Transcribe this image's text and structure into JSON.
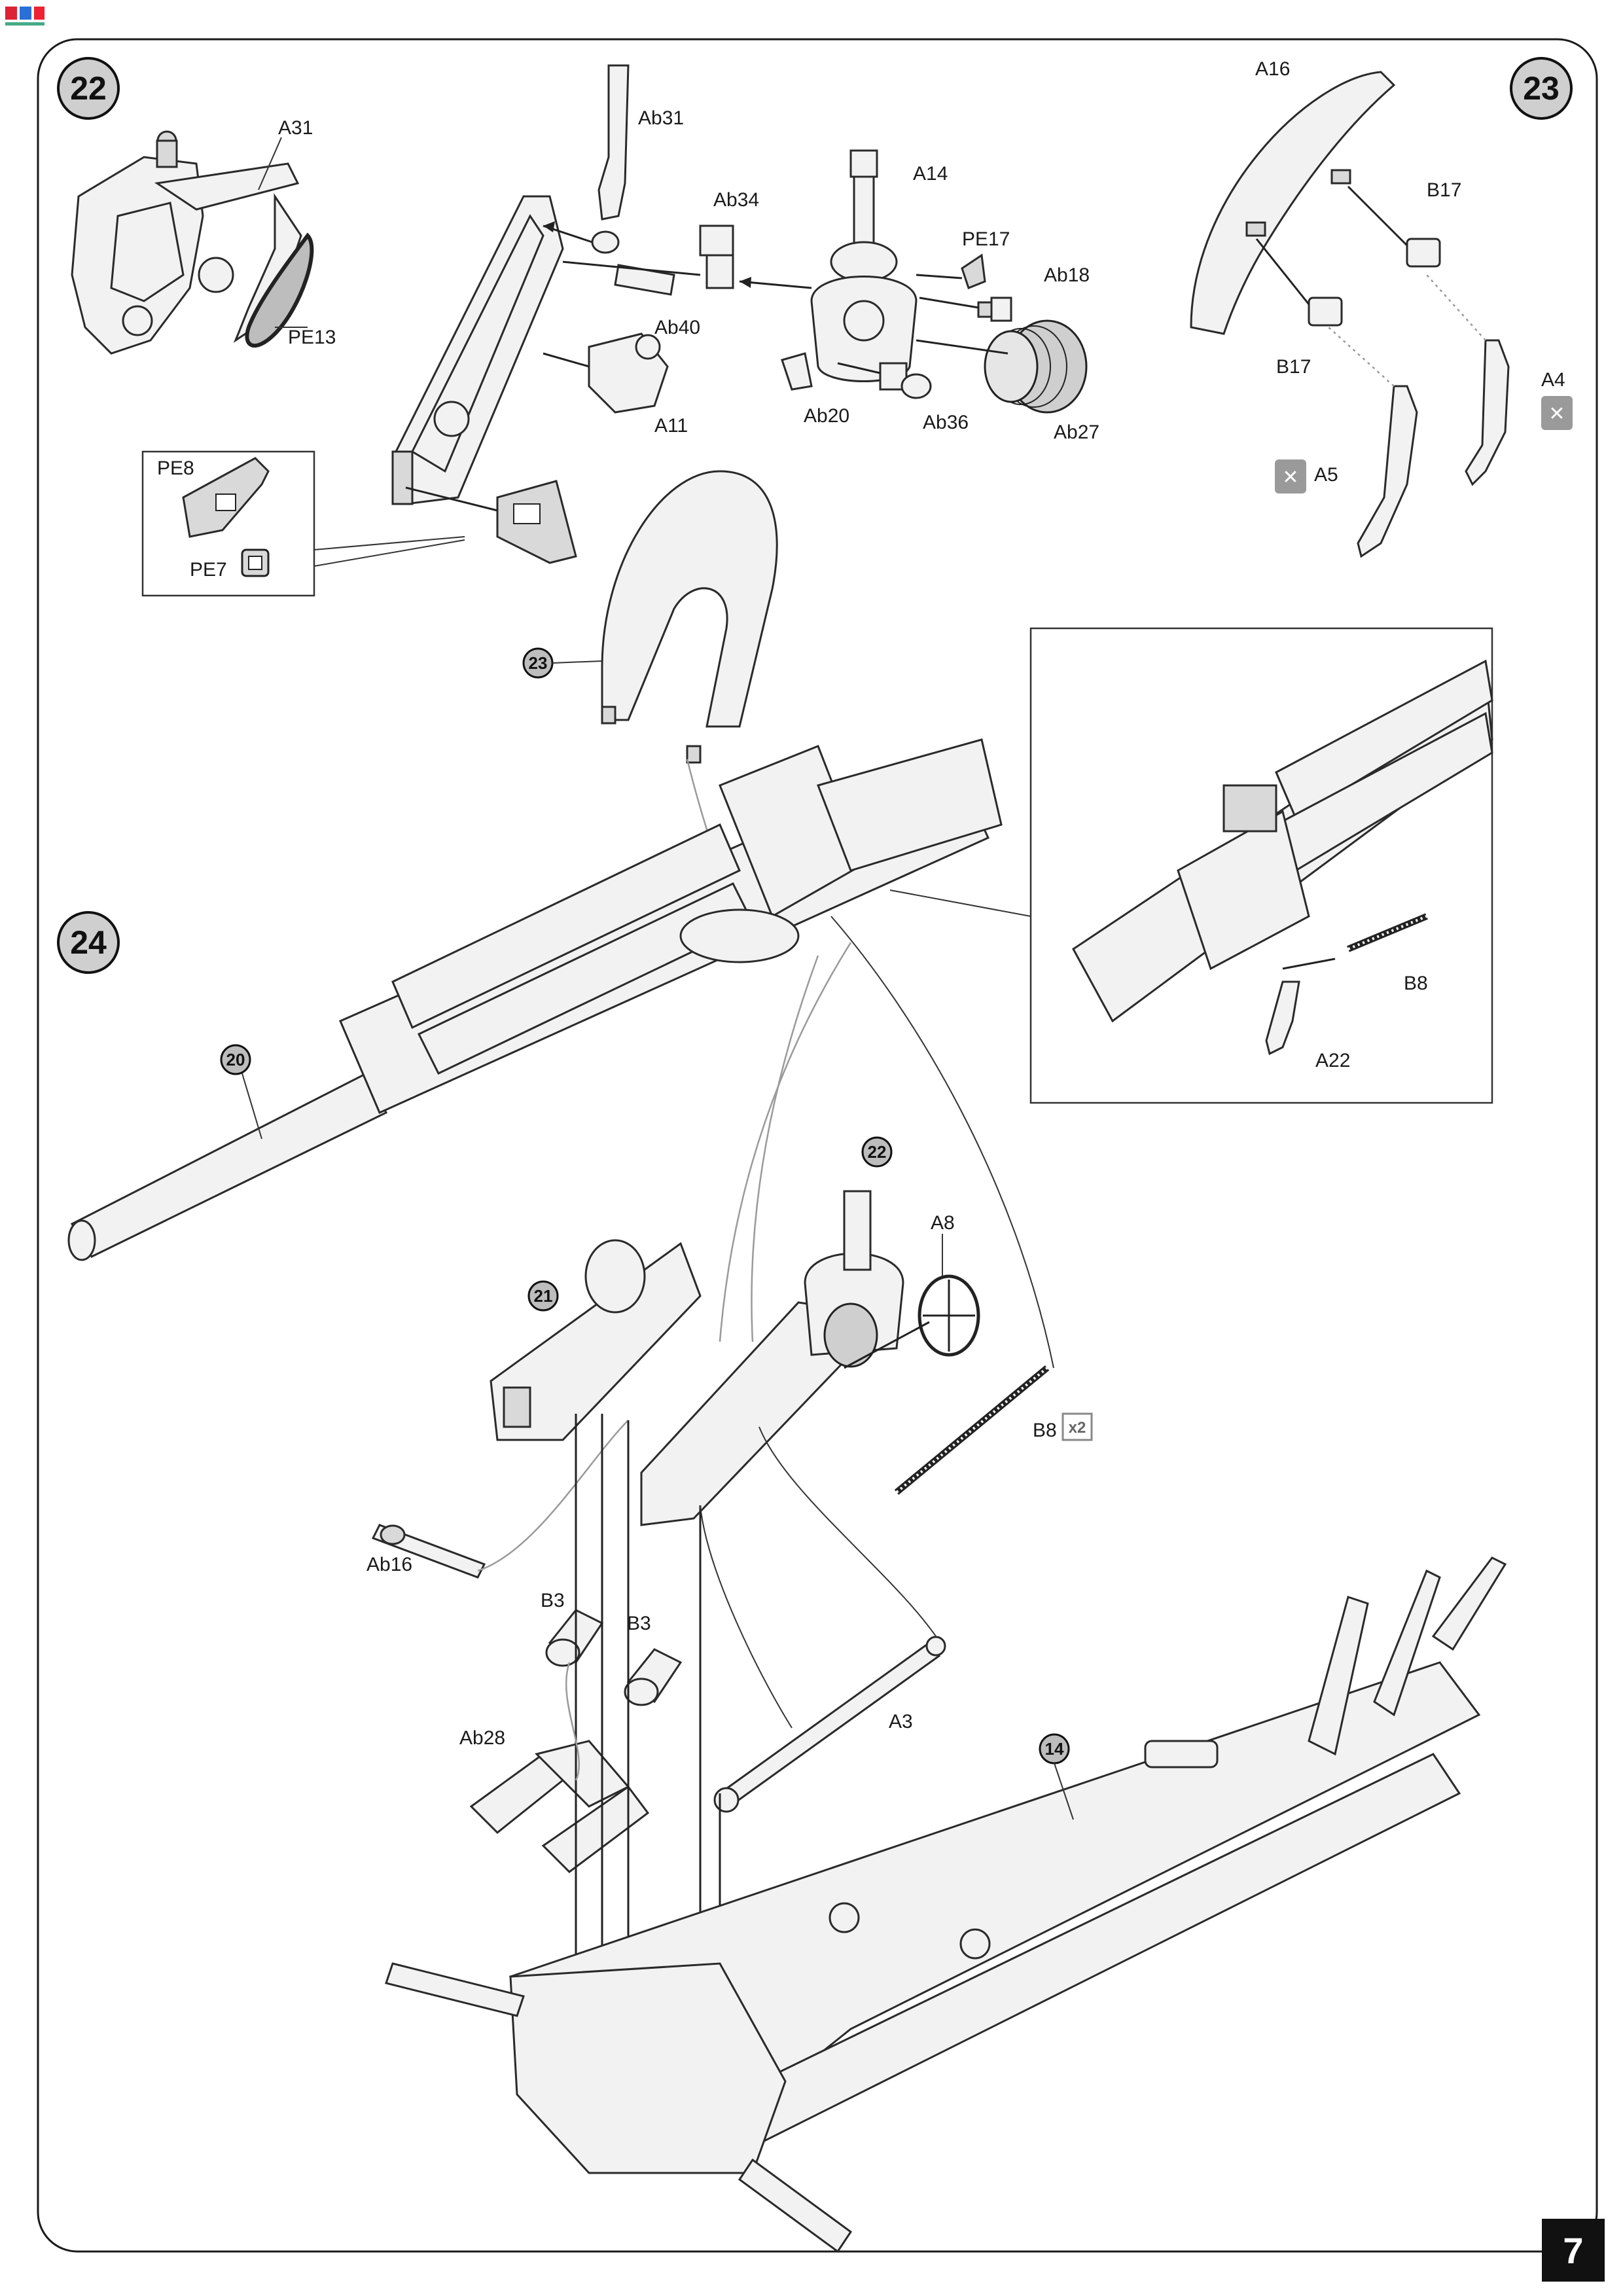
{
  "page_number": "7",
  "steps": {
    "s22": "22",
    "s23": "23",
    "s24": "24"
  },
  "sub_refs": {
    "r23": "23",
    "r20": "20",
    "r22": "22",
    "r21": "21",
    "r14": "14"
  },
  "parts": {
    "A31": "A31",
    "PE13": "PE13",
    "Ab31": "Ab31",
    "Ab34": "Ab34",
    "A14": "A14",
    "PE17": "PE17",
    "Ab18": "Ab18",
    "Ab40": "Ab40",
    "A11": "A11",
    "Ab20": "Ab20",
    "Ab36": "Ab36",
    "Ab27": "Ab27",
    "PE8": "PE8",
    "PE7": "PE7",
    "A16": "A16",
    "B17a": "B17",
    "B17b": "B17",
    "A4": "A4",
    "A5": "A5",
    "B8_detail": "B8",
    "A22": "A22",
    "A8": "A8",
    "B8_main": "B8",
    "x2": "x2",
    "Ab16": "Ab16",
    "B3a": "B3",
    "B3b": "B3",
    "Ab28": "Ab28",
    "A3": "A3"
  },
  "colors": {
    "ink": "#1a1a1a",
    "step_circle": "#cfcfcf",
    "guide": "#9a9a9a"
  }
}
